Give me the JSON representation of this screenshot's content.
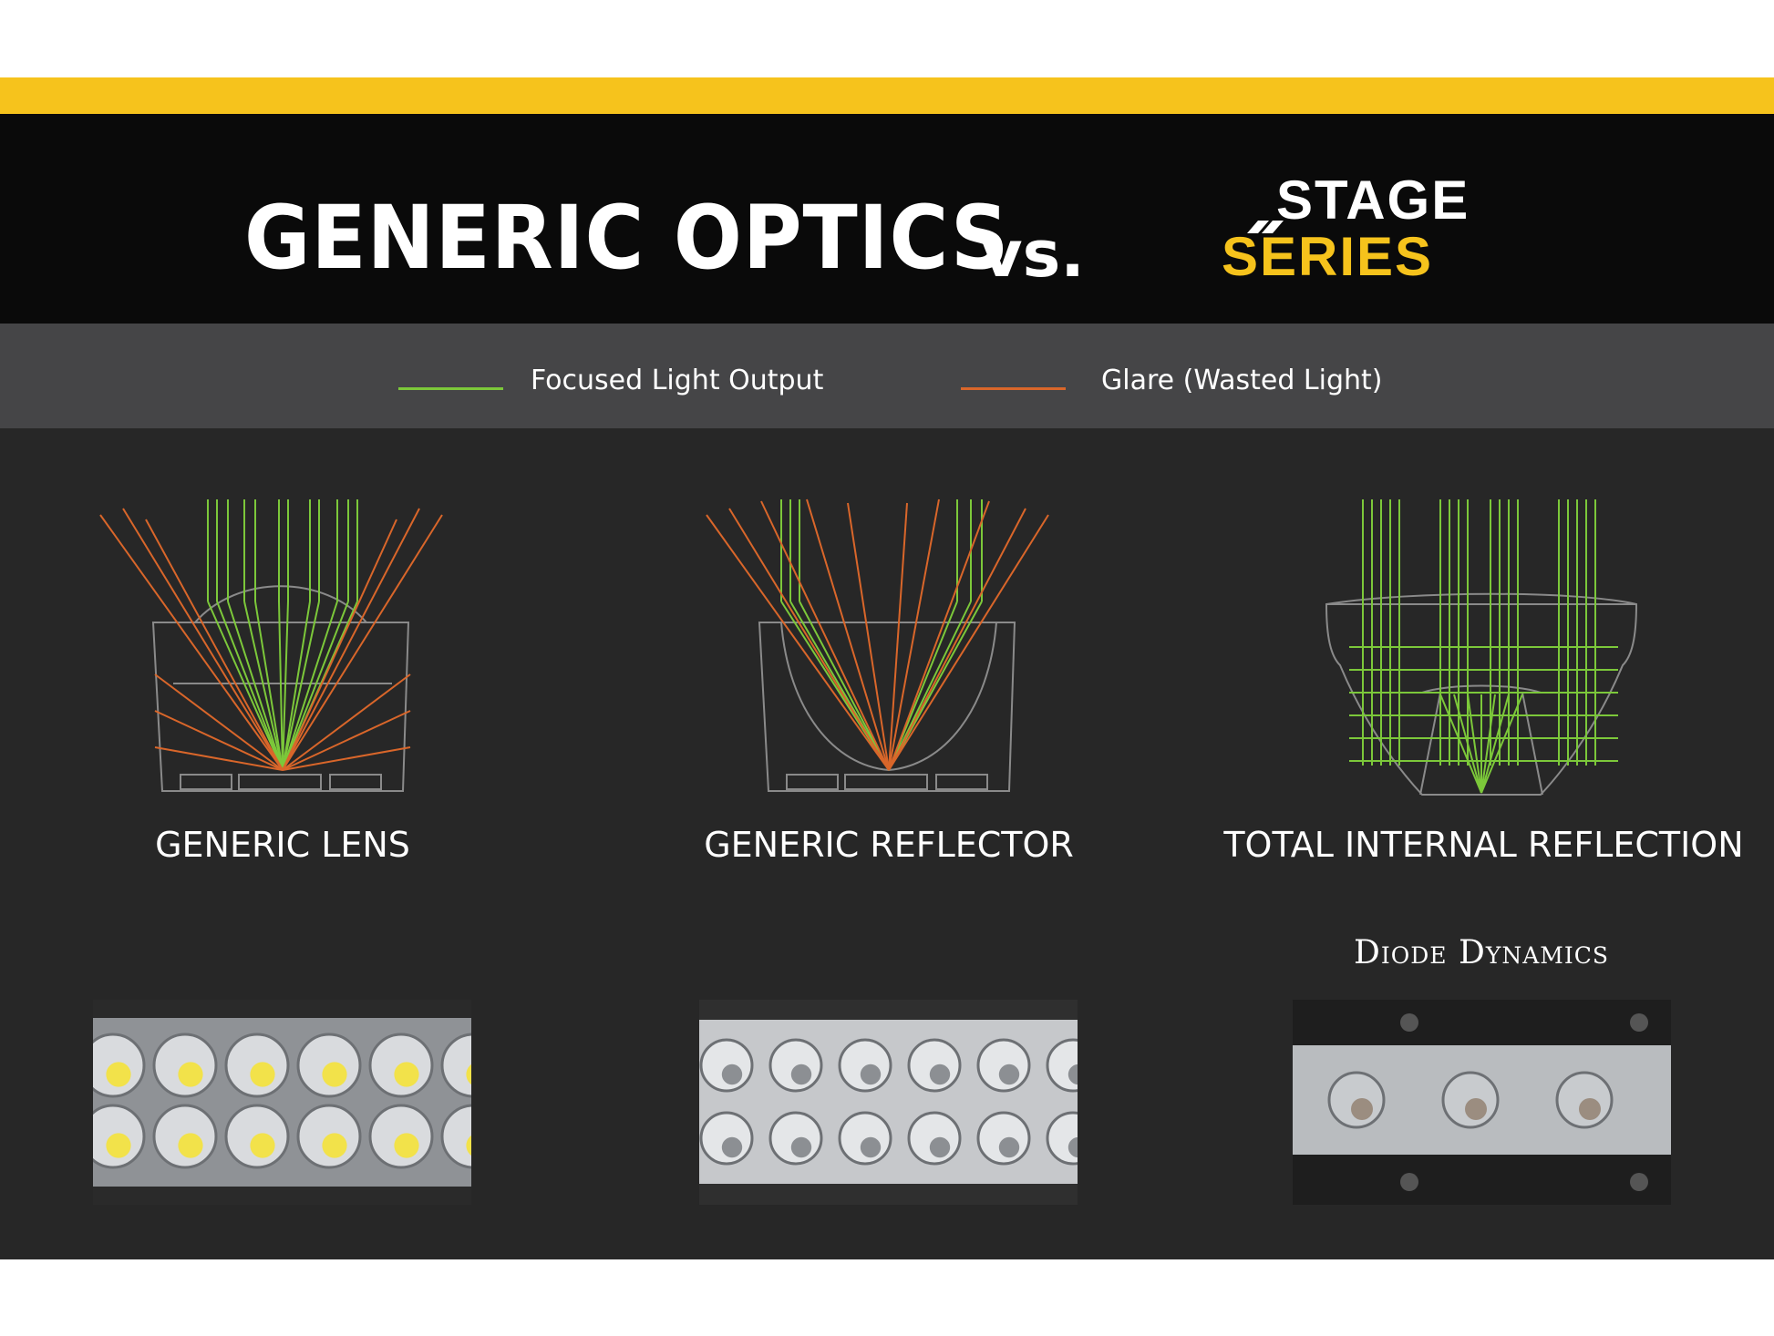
{
  "header": {
    "title_left": "GENERIC OPTICS",
    "vs": "vs.",
    "logo_line1": "STAGE",
    "logo_line2": "SERIES"
  },
  "legend": {
    "focused_label": "Focused Light Output",
    "glare_label": "Glare (Wasted Light)"
  },
  "diagrams": {
    "lens_label": "GENERIC LENS",
    "reflector_label": "GENERIC REFLECTOR",
    "tir_label": "TOTAL INTERNAL REFLECTION"
  },
  "brand": "Diode Dynamics",
  "colors": {
    "yellow": "#f6c31c",
    "focused": "#7cc83a",
    "glare": "#d9662a",
    "outline": "#8a8a8a"
  }
}
